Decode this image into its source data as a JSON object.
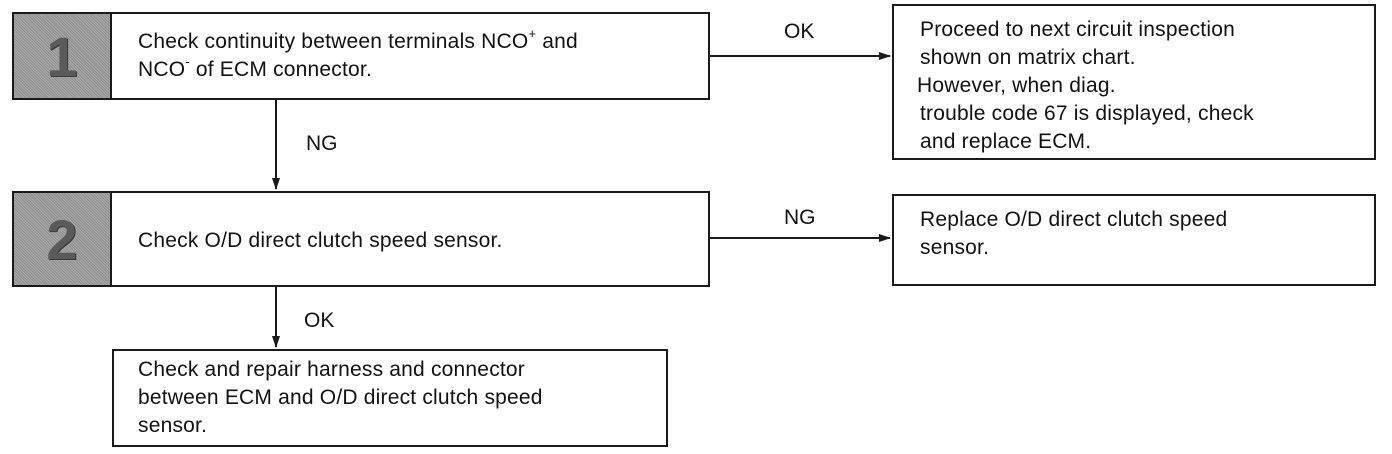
{
  "steps": [
    {
      "number": "1",
      "text_parts": [
        "Check continuity between terminals NCO",
        "+",
        " and",
        "NCO",
        "-",
        " of ECM connector."
      ]
    },
    {
      "number": "2",
      "text": "Check O/D direct clutch speed sensor."
    }
  ],
  "outcomes": {
    "step1_ok": [
      "Proceed to next circuit inspection",
      "shown on matrix chart.",
      "However, when diag.",
      "trouble code 67 is displayed, check",
      "and replace ECM."
    ],
    "step2_ng": [
      "Replace O/D direct clutch speed",
      "sensor."
    ],
    "step2_ok": [
      "Check and repair harness and connector",
      "between ECM and O/D direct clutch speed",
      "sensor."
    ]
  },
  "labels": {
    "step1_right": "OK",
    "step1_down": "NG",
    "step2_right": "NG",
    "step2_down": "OK"
  }
}
